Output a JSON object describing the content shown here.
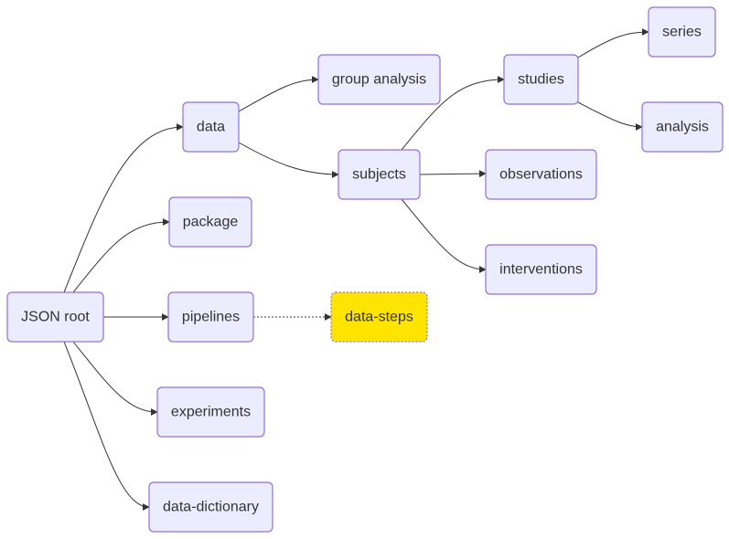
{
  "diagram": {
    "type": "flowchart",
    "direction": "left-to-right",
    "colors": {
      "node_fill": "#ECECFF",
      "node_border": "#9370DB",
      "highlight_fill": "#FFE400",
      "edge": "#333333",
      "text": "#333333"
    },
    "nodes": [
      {
        "id": "root",
        "label": "JSON root"
      },
      {
        "id": "data",
        "label": "data"
      },
      {
        "id": "package",
        "label": "package"
      },
      {
        "id": "pipelines",
        "label": "pipelines"
      },
      {
        "id": "experiments",
        "label": "experiments"
      },
      {
        "id": "datadict",
        "label": "data-dictionary"
      },
      {
        "id": "group",
        "label": "group analysis"
      },
      {
        "id": "subjects",
        "label": "subjects"
      },
      {
        "id": "datasteps",
        "label": "data-steps",
        "highlight": true
      },
      {
        "id": "studies",
        "label": "studies"
      },
      {
        "id": "observations",
        "label": "observations"
      },
      {
        "id": "interventions",
        "label": "interventions"
      },
      {
        "id": "series",
        "label": "series"
      },
      {
        "id": "analysis",
        "label": "analysis"
      }
    ],
    "edges": [
      {
        "from": "root",
        "to": "data",
        "style": "solid"
      },
      {
        "from": "root",
        "to": "package",
        "style": "solid"
      },
      {
        "from": "root",
        "to": "pipelines",
        "style": "solid"
      },
      {
        "from": "root",
        "to": "experiments",
        "style": "solid"
      },
      {
        "from": "root",
        "to": "datadict",
        "style": "solid"
      },
      {
        "from": "data",
        "to": "group",
        "style": "solid"
      },
      {
        "from": "data",
        "to": "subjects",
        "style": "solid"
      },
      {
        "from": "pipelines",
        "to": "datasteps",
        "style": "dotted"
      },
      {
        "from": "subjects",
        "to": "studies",
        "style": "solid"
      },
      {
        "from": "subjects",
        "to": "observations",
        "style": "solid"
      },
      {
        "from": "subjects",
        "to": "interventions",
        "style": "solid"
      },
      {
        "from": "studies",
        "to": "series",
        "style": "solid"
      },
      {
        "from": "studies",
        "to": "analysis",
        "style": "solid"
      }
    ]
  }
}
